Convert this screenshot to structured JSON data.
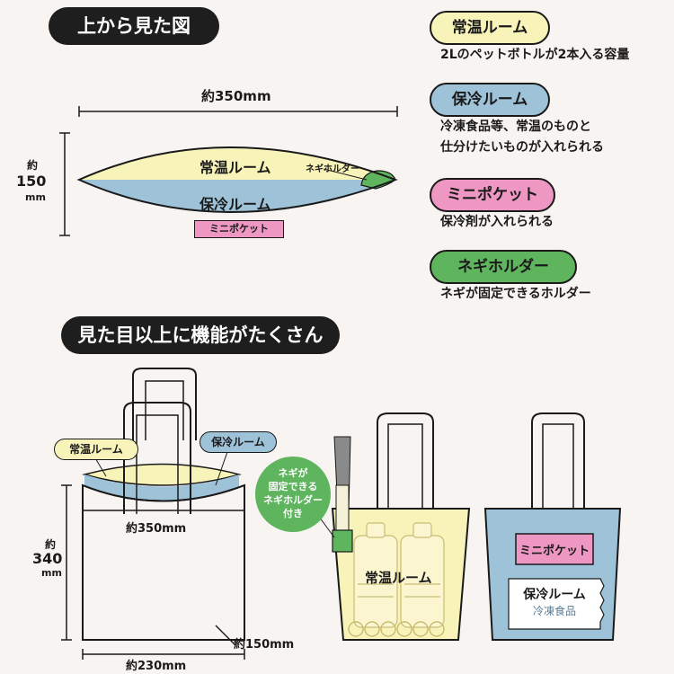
{
  "headings": {
    "top_view": "上から見た図",
    "features": "見た目以上に機能がたくさん"
  },
  "legend": [
    {
      "label": "常温ルーム",
      "desc": [
        "2Lのペットボトルが2本入る容量"
      ],
      "color": "#f8f3b9"
    },
    {
      "label": "保冷ルーム",
      "desc": [
        "冷凍食品等、常温のものと",
        "仕分けたいものが入れられる"
      ],
      "color": "#9ec3d9"
    },
    {
      "label": "ミニポケット",
      "desc": [
        "保冷剤が入れられる"
      ],
      "color": "#ee97c2"
    },
    {
      "label": "ネギホルダー",
      "desc": [
        "ネギが固定できるホルダー"
      ],
      "color": "#5fb45e"
    }
  ],
  "top_diagram": {
    "width_label": "約350mm",
    "depth_label_1": "約",
    "depth_label_2": "150",
    "depth_label_3": "mm",
    "room_warm": "常温ルーム",
    "room_cold": "保冷ルーム",
    "mini_pocket": "ミニポケット",
    "negi_holder": "ネギホルダー"
  },
  "bag_left": {
    "tag_warm": "常温ルーム",
    "tag_cold": "保冷ルーム",
    "width_label": "約350mm",
    "height_label_1": "約",
    "height_label_2": "340",
    "height_label_3": "mm",
    "bottom_label": "約230mm",
    "gusset_label": "約150mm"
  },
  "bag_mid": {
    "callout": [
      "ネギが",
      "固定できる",
      "ネギホルダー",
      "付き"
    ],
    "room_label": "常温ルーム"
  },
  "bag_right": {
    "pocket_label": "ミニポケット",
    "room_label": "保冷ルーム",
    "room_sub": "冷凍食品"
  }
}
